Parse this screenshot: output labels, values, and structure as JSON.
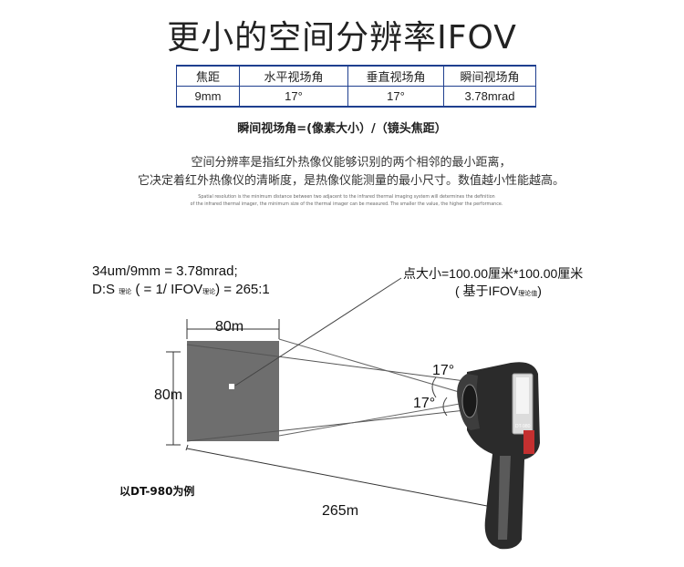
{
  "title": "更小的空间分辨率IFOV",
  "spec_table": {
    "headers": [
      "焦距",
      "水平视场角",
      "垂直视场角",
      "瞬间视场角"
    ],
    "values": [
      "9mm",
      "17°",
      "17°",
      "3.78mrad"
    ]
  },
  "formula": "瞬间视场角=(像素大小）/（镜头焦距）",
  "description": {
    "line1": "空间分辨率是指红外热像仪能够识别的两个相邻的最小距离，",
    "line2": "它决定着红外热像仪的清晰度，是热像仪能测量的最小尺寸。数值越小性能越高。"
  },
  "english_note": {
    "line1": "Spatial resolution is the minimum distance between two adjacent to the infrared thermal imaging system will determines the definition",
    "line2": "of the infrared thermal imager, the minimum size of the thermal imager can be measured. The smaller the value, the higher the performance."
  },
  "diagram": {
    "calc_line1": "34um/9mm = 3.78mrad;",
    "ds_prefix": "D:S",
    "ds_sub1": "理论",
    "ds_mid": "( = 1/ IFOV",
    "ds_sub2": "理论",
    "ds_suffix": ") = 265:1",
    "spot_line1": "点大小=100.00厘米*100.00厘米",
    "spot_prefix": "( 基于IFOV",
    "spot_sub": "理论值",
    "spot_suffix": ")",
    "width_label": "80m",
    "height_label": "80m",
    "distance_label": "265m",
    "angle_h": "17°",
    "angle_v": "17°",
    "device_model": "DT-980",
    "caption": "以DT-980为例"
  },
  "colors": {
    "table_border": "#1f3f8f",
    "target_fill": "#6e6e6e",
    "device_body": "#2b2b2b",
    "device_accent": "#c43030"
  }
}
